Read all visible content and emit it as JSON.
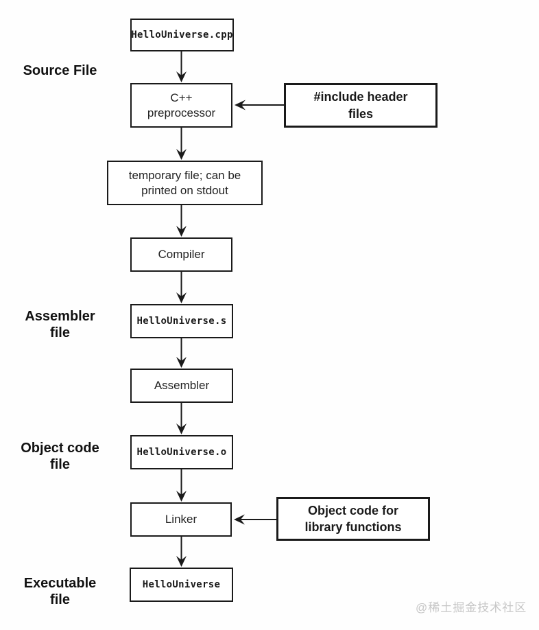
{
  "diagram": {
    "nodes": {
      "cpp": "HelloUniverse.cpp",
      "preprocessor": "C++\npreprocessor",
      "include": "#include header\nfiles",
      "temp": "temporary file; can be\nprinted on stdout",
      "compiler": "Compiler",
      "asm_file": "HelloUniverse.s",
      "assembler": "Assembler",
      "obj_file": "HelloUniverse.o",
      "linker": "Linker",
      "objcode": "Object code for\nlibrary functions",
      "exe": "HelloUniverse"
    },
    "side_labels": {
      "source": "Source File",
      "assembler": "Assembler\nfile",
      "object": "Object code\nfile",
      "executable": "Executable\nfile"
    },
    "colors": {
      "line": "#1a1a1a",
      "watermark_gray": "#c6c6c6"
    },
    "watermark": "@稀土掘金技术社区"
  }
}
